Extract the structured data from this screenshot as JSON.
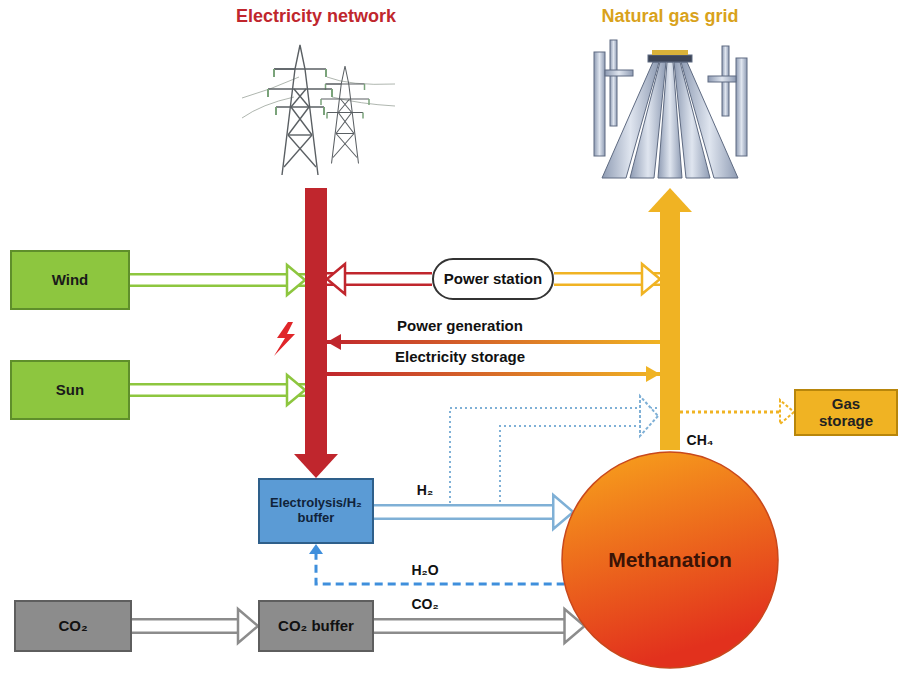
{
  "diagram": {
    "nodes": [
      {
        "text": [
          "Electricity network"
        ]
      },
      {
        "text": [
          "Natural gas grid"
        ]
      },
      {
        "text": [
          "Wind"
        ]
      },
      {
        "text": [
          "Power station"
        ]
      },
      {
        "text": [
          "Gas storage"
        ]
      },
      {
        "text": [
          "Sun"
        ]
      },
      {
        "text": [
          "Electrolysis/H₂ buffer"
        ]
      },
      {
        "text": [
          "Methanation"
        ]
      },
      {
        "text": [
          "CO₂"
        ]
      },
      {
        "text": [
          "CO₂ buffer"
        ]
      }
    ],
    "edges": [
      {
        "from": 2,
        "to": 0,
        "arrow": "to"
      },
      {
        "from": 5,
        "to": 0,
        "arrow": "to"
      },
      {
        "from": 3,
        "to": 0,
        "arrow": "to"
      },
      {
        "from": 3,
        "to": 1,
        "arrow": "to"
      },
      {
        "from": 1,
        "to": 0,
        "label": "Power generation",
        "arrow": "to"
      },
      {
        "from": 0,
        "to": 1,
        "label": "Electricity storage",
        "arrow": "to"
      },
      {
        "from": 0,
        "to": 6,
        "arrow": "to"
      },
      {
        "from": 6,
        "to": 7,
        "label": "H₂",
        "arrow": "to"
      },
      {
        "from": 7,
        "to": 6,
        "label": "H₂O",
        "arrow": "to"
      },
      {
        "from": 6,
        "to": 1,
        "arrow": "to"
      },
      {
        "from": 1,
        "to": 4,
        "arrow": "to"
      },
      {
        "from": 7,
        "to": 1,
        "label": "CH₄",
        "arrow": "to"
      },
      {
        "from": 8,
        "to": 9,
        "arrow": "to"
      },
      {
        "from": 9,
        "to": 7,
        "label": "CO₂",
        "arrow": "to"
      }
    ]
  }
}
